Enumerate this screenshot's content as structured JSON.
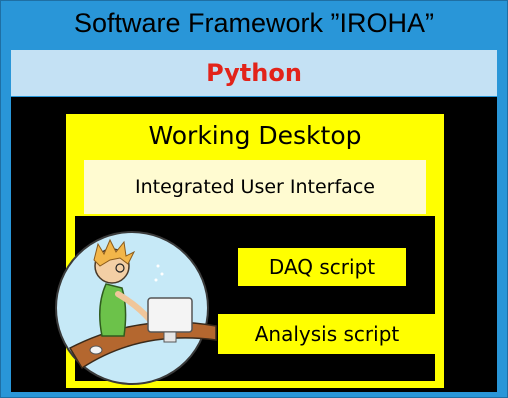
{
  "title": "Software Framework ”IROHA”",
  "language": "Python",
  "desktop": {
    "title": "Working Desktop",
    "interface": "Integrated User Interface",
    "scripts": [
      "DAQ script",
      "Analysis script"
    ]
  },
  "illustration": "person-at-computer-icon",
  "colors": {
    "frame": "#2996d8",
    "python_band": "#c4e1f4",
    "python_text": "#e2231a",
    "desktop": "#ffff00",
    "interface": "#fffbd1",
    "background": "#000000"
  }
}
